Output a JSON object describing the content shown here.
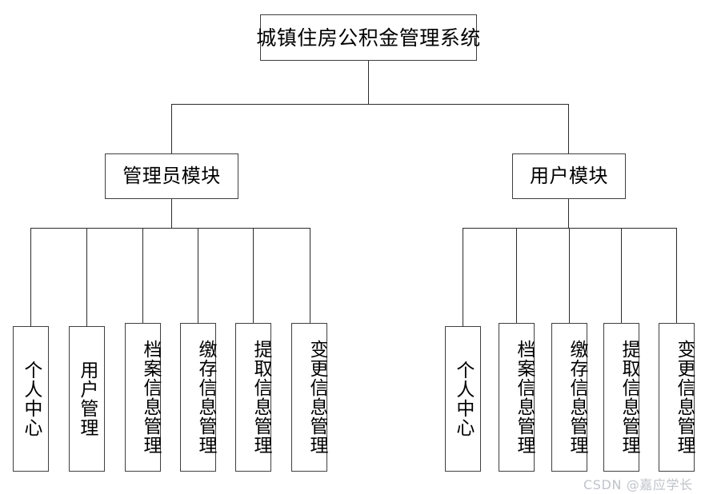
{
  "diagram": {
    "title": "城镇住房公积金管理系统",
    "root": {
      "label": "城镇住房公积金管理系统"
    },
    "modules": [
      {
        "label": "管理员模块"
      },
      {
        "label": "用户模块"
      }
    ],
    "admin_leaves": [
      {
        "label": "个人中心"
      },
      {
        "label": "用户管理"
      },
      {
        "label": "档案信息管理"
      },
      {
        "label": "缴存信息管理"
      },
      {
        "label": "提取信息管理"
      },
      {
        "label": "变更信息管理"
      }
    ],
    "user_leaves": [
      {
        "label": "个人中心"
      },
      {
        "label": "档案信息管理"
      },
      {
        "label": "缴存信息管理"
      },
      {
        "label": "提取信息管理"
      },
      {
        "label": "变更信息管理"
      }
    ],
    "watermark": "CSDN @嘉应学长",
    "colors": {
      "background": "#ffffff",
      "box_border": "#3f3f3f",
      "line": "#2b2b2b",
      "text": "#000000",
      "watermark": "#bfc3c9"
    }
  }
}
